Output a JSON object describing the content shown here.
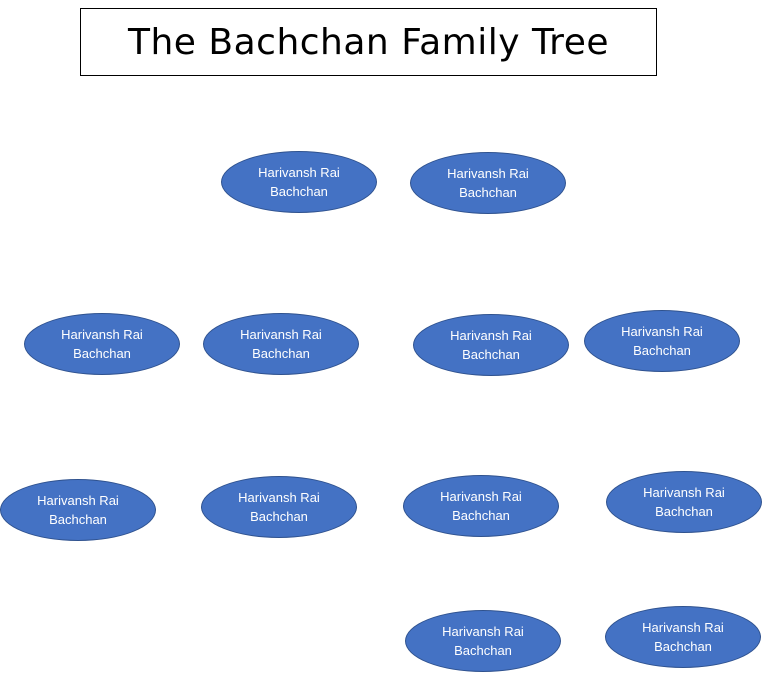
{
  "title": "The Bachchan Family Tree",
  "colors": {
    "node_fill": "#4472c4",
    "node_border": "#2f528f",
    "node_text": "#ffffff",
    "title_text": "#000000"
  },
  "nodes": [
    {
      "label": "Harivansh Rai Bachchan"
    },
    {
      "label": "Harivansh Rai Bachchan"
    },
    {
      "label": "Harivansh Rai Bachchan"
    },
    {
      "label": "Harivansh Rai Bachchan"
    },
    {
      "label": "Harivansh Rai Bachchan"
    },
    {
      "label": "Harivansh Rai Bachchan"
    },
    {
      "label": "Harivansh Rai Bachchan"
    },
    {
      "label": "Harivansh Rai Bachchan"
    },
    {
      "label": "Harivansh Rai Bachchan"
    },
    {
      "label": "Harivansh Rai Bachchan"
    },
    {
      "label": "Harivansh Rai Bachchan"
    },
    {
      "label": "Harivansh Rai Bachchan"
    }
  ]
}
